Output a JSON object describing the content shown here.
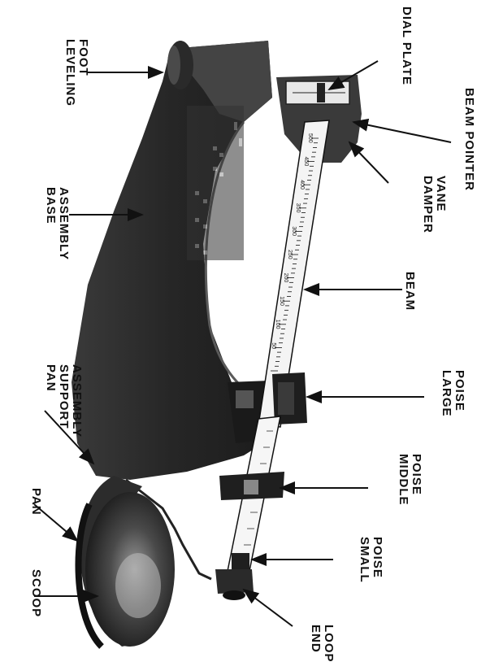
{
  "labels": {
    "leveling_foot": [
      "LEVELING",
      "FOOT"
    ],
    "dial_plate": [
      "DIAL PLATE"
    ],
    "beam_pointer": [
      "BEAM POINTER"
    ],
    "damper_vane": [
      "DAMPER",
      "VANE"
    ],
    "base_assembly": [
      "BASE",
      "ASSEMBLY"
    ],
    "beam": [
      "BEAM"
    ],
    "large_poise": [
      "LARGE",
      "POISE"
    ],
    "pan_support_assembly": [
      "PAN",
      "SUPPORT",
      "ASSEMBLY"
    ],
    "middle_poise": [
      "MIDDLE",
      "POISE"
    ],
    "small_poise": [
      "SMALL",
      "POISE"
    ],
    "pan": [
      "PAN"
    ],
    "scoop": [
      "SCOOP"
    ],
    "end_loop": [
      "END",
      "LOOP"
    ]
  },
  "beam_scale": [
    "500",
    "450",
    "400",
    "350",
    "300",
    "250",
    "200",
    "150",
    "100",
    "50"
  ],
  "colors": {
    "ink": "#111111",
    "body": "#2b2b2b",
    "highlight": "#6a6a6a",
    "beam": "#f4f4f4"
  }
}
